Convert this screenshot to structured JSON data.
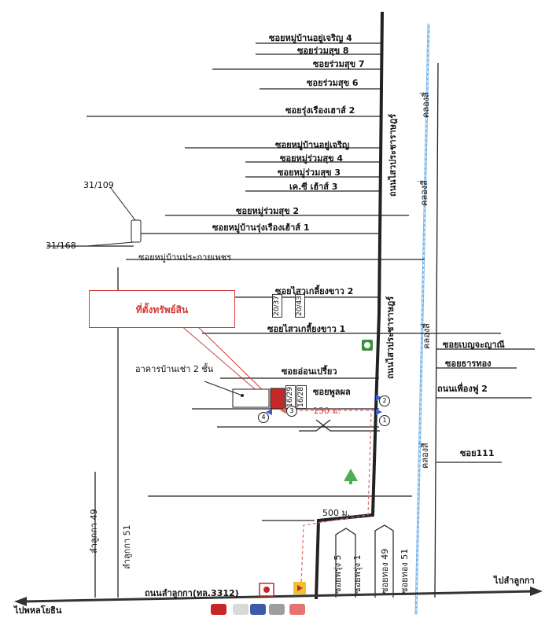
{
  "labels": {
    "soi_moo_baan_yu_charoen_4": "ซอยหมู่บ้านอยู่เจริญ 4",
    "soi_ruam_suk_8": "ซอยร่วมสุข 8",
    "soi_ruam_suk_7": "ซอยร่วมสุข 7",
    "soi_ruam_suk_6": "ซอยร่วมสุข 6",
    "soi_rung_rueang_house_2": "ซอยรุ่งเรืองเฮาส์ 2",
    "soi_moo_baan_yu_charoen": "ซอยหมู่บ้านอยู่เจริญ",
    "soi_moo_ruam_suk_4": "ซอยหมู่ร่วมสุข 4",
    "soi_moo_ruam_suk_3": "ซอยหมู่ร่วมสุข 3",
    "ct_house_3": "เค.ซี เฮ้าส์ 3",
    "soi_moo_ruam_suk_2": "ซอยหมู่ร่วมสุข 2",
    "soi_moo_baan_rung_rueang_house_1": "ซอยหมู่บ้านรุ่งเรืองเฮ้าส์ 1",
    "soi_moo_baan_prakai_phet": "ซอยหมู่บ้านประกายเพชร",
    "soi_sai_klieng_khao_2": "ซอยไสวเกลี้ยงขาว 2",
    "soi_sai_klieng_khao_1": "ซอยไสวเกลี้ยงขาว 1",
    "soi_on_prio": "ซอยอ่อนเปรี้ยว",
    "soi_phun_phon": "ซอยพูลผล",
    "soi_benchayani": "ซอยเบญจะญาณี",
    "soi_than_thong": "ซอยธารทอง",
    "road_phueang_fu_2": "ถนนเพื่องฟู 2",
    "soi_111": "ซอย111",
    "lot_31_109": "31/109",
    "lot_31_168": "31/168",
    "property_location": "ที่ตั้งทรัพย์สิน",
    "rental_building": "อาคารบ้านเช่า 2 ชั้น",
    "dist_150": "150 ม.",
    "dist_500": "500 ม.",
    "road_lam_luk_ka": "ถนนลำลูกกา(ทล.3312)",
    "to_lam_luk_ka": "ไปลำลูกกา",
    "to_phahon_yothin": "ไปพหลโยธิน",
    "road_sai_prachasamphan_top": "ถนนไสวประชาราษฎร์",
    "road_sai_prachasamphan_mid": "ถนนไสวประชาราษฎร์",
    "canal_top": "คลองสี่",
    "canal_2": "คลองสี่",
    "canal_3": "คลองสี่",
    "canal_4": "คลองสี่",
    "lam_luk_ka_49": "ลำลูกกา 49",
    "lam_luk_ka_51": "ลำลูกกา 51",
    "soi_bottom_1": "ซอยพรุ่ง 5",
    "soi_bottom_2": "ซอยพรุ่ง 1",
    "soi_bottom_3": "ซอยทอง 49",
    "soi_bottom_4": "ซอยทอง 51",
    "lot_20_37": "20/37",
    "lot_20_43": "20/43",
    "lot_16_29": "16/29",
    "lot_16_28": "16/28",
    "badge_1": "1",
    "badge_2": "2",
    "badge_3": "3",
    "badge_4": "4"
  },
  "colors": {
    "road": "#222222",
    "canal": "#7fb8ea",
    "accent_red": "#d23b3b",
    "property_fill": "#c62828",
    "route_arrow": "#e06a6a"
  },
  "icons": {
    "compass_direction": "arrow-both-icon",
    "landmark_green": "green-shield-icon",
    "landmark_tree": "tree-icon"
  }
}
